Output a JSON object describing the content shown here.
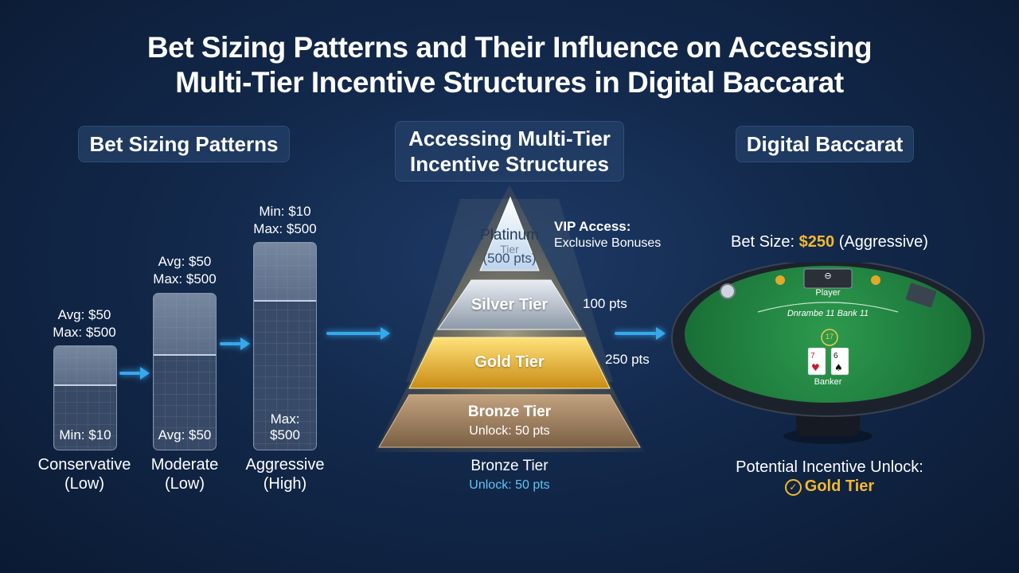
{
  "title": {
    "line1": "Bet Sizing Patterns and Their Influence on Accessing",
    "line2": "Multi-Tier Incentive Structures in Digital Baccarat"
  },
  "bet_sizing": {
    "heading": "Bet Sizing Patterns",
    "bars": [
      {
        "cap_line1": "Avg: $50",
        "cap_line2": "Max: $500",
        "inner": "Min: $10",
        "label_line1": "Conservative",
        "label_line2": "(Low)"
      },
      {
        "cap_line1": "Avg: $50",
        "cap_line2": "Max: $500",
        "inner": "Avg: $50",
        "label_line1": "Moderate",
        "label_line2": "(Low)"
      },
      {
        "cap_line1": "Min: $10",
        "cap_line2": "Max: $500",
        "inner": "Max: $500",
        "label_line1": "Aggressive",
        "label_line2": "(High)"
      }
    ]
  },
  "incentives": {
    "heading_line1": "Accessing Multi-Tier",
    "heading_line2": "Incentive Structures",
    "platinum": {
      "name": "Platinum",
      "name_line2": "Tier",
      "pts": "(500 pts)"
    },
    "vip": {
      "line1": "VIP Access:",
      "line2": "Exclusive Bonuses"
    },
    "silver": {
      "name": "Silver Tier",
      "pts": "100 pts"
    },
    "gold": {
      "name": "Gold Tier",
      "pts": "250 pts"
    },
    "bronze": {
      "name": "Bronze Tier",
      "unlock": "Unlock: 50 pts"
    },
    "caption": {
      "name": "Bronze Tier",
      "unlock": "Unlock: 50 pts"
    }
  },
  "baccarat": {
    "heading": "Digital Baccarat",
    "bet_size_prefix": "Bet Size: ",
    "bet_size_value": "$250",
    "bet_size_suffix": " (Aggressive)",
    "table": {
      "player_label": "Player",
      "banker_label": "Banker",
      "arc_text": "Dnrambe 11 Bank 11",
      "chip_number": "17",
      "card1": "7",
      "card2": "6"
    },
    "unlock_label": "Potential Incentive Unlock:",
    "unlock_value": "Gold Tier"
  },
  "colors": {
    "accent_gold": "#f5b82e",
    "arrow_blue": "#35a9ec",
    "table_green": "#1f7a3e",
    "link_blue": "#5fc4f4"
  }
}
